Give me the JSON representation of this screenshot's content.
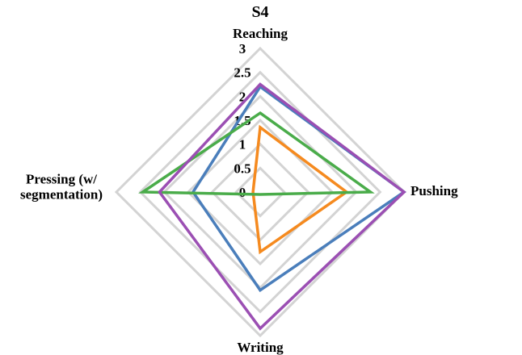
{
  "chart_data": {
    "type": "radar",
    "title": "S4",
    "axes": [
      "Reaching",
      "Pushing",
      "Writing",
      "Pressing (w/ segmentation)"
    ],
    "axis_label_lines": {
      "Reaching": [
        "Reaching"
      ],
      "Pushing": [
        "Pushing"
      ],
      "Writing": [
        "Writing"
      ],
      "Pressing (w/ segmentation)": [
        "Pressing (w/",
        "segmentation)"
      ]
    },
    "rlim": [
      0,
      3
    ],
    "ticks": [
      0,
      0.5,
      1,
      1.5,
      2,
      2.5,
      3
    ],
    "tick_labels": [
      "0",
      "0.5",
      "1",
      "1.5",
      "2",
      "2.5",
      "3"
    ],
    "grid": true,
    "legend": "none",
    "series": [
      {
        "color": "#4a7ebb",
        "values": [
          2.2,
          3.0,
          2.05,
          1.4
        ]
      },
      {
        "color": "#f58a1f",
        "values": [
          1.35,
          1.8,
          1.25,
          0.15
        ]
      },
      {
        "color": "#4aac4a",
        "values": [
          1.65,
          2.3,
          0.05,
          2.45
        ]
      },
      {
        "color": "#9b4fb3",
        "values": [
          2.25,
          3.0,
          2.85,
          2.1
        ]
      }
    ],
    "colors": {
      "grid": "#d3d3d3"
    }
  }
}
